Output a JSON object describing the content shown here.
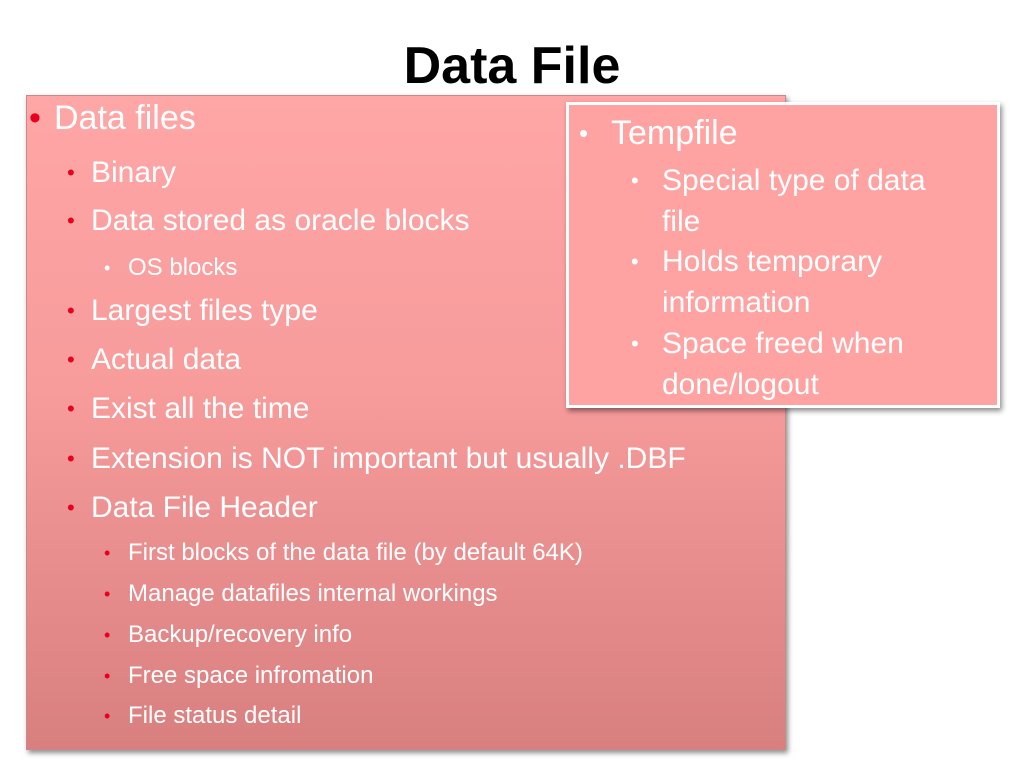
{
  "slide": {
    "title": "Data File"
  },
  "main_panel": {
    "heading": "Data files",
    "items": [
      {
        "text": "Binary",
        "level": 2
      },
      {
        "text": "Data stored as oracle blocks",
        "level": 2
      },
      {
        "text": "OS blocks",
        "level": 3
      },
      {
        "text": "Largest files type",
        "level": 2
      },
      {
        "text": "Actual data",
        "level": 2
      },
      {
        "text": "Exist all the time",
        "level": 2
      },
      {
        "text": "Extension is NOT important but usually .DBF",
        "level": 2
      },
      {
        "text": "Data File Header",
        "level": 2
      },
      {
        "text": "First blocks of the data file (by default 64K)",
        "level": 3
      },
      {
        "text": "Manage datafiles internal workings",
        "level": 3
      },
      {
        "text": "Backup/recovery info",
        "level": 3
      },
      {
        "text": "Free space infromation",
        "level": 3
      },
      {
        "text": "File status detail",
        "level": 3
      }
    ]
  },
  "side_panel": {
    "heading": "Tempfile",
    "items": [
      {
        "text": "Special type of data file"
      },
      {
        "text": "Holds temporary information"
      },
      {
        "text": "Space freed when done/logout"
      }
    ]
  },
  "colors": {
    "bullet_red": "#e8001c",
    "text_white": "#ffffff",
    "panel_pink": "#ffa6a6"
  }
}
